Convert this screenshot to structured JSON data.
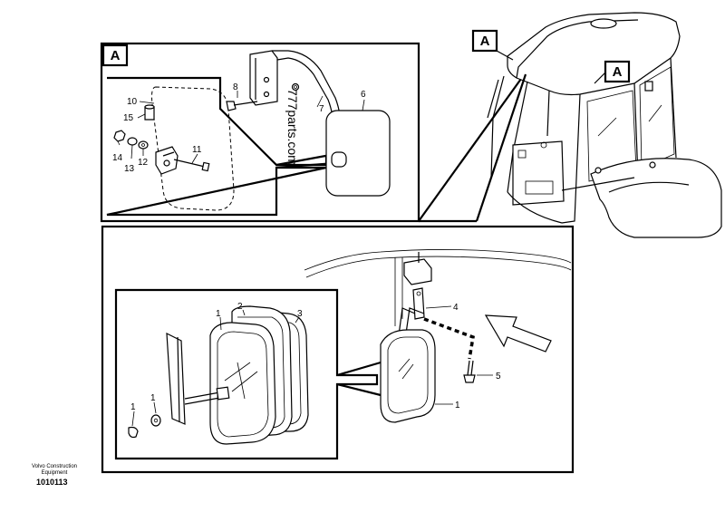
{
  "callouts": {
    "view_a_top": "A",
    "view_a_machine_left": "A",
    "view_a_machine_right": "A"
  },
  "detail_parts": {
    "p10": "10",
    "p15": "15",
    "p14": "14",
    "p13": "13",
    "p12": "12",
    "p11": "11",
    "p8": "8",
    "p7": "7",
    "p6": "6"
  },
  "lower_parts": {
    "p1_top": "1",
    "p2": "2",
    "p3": "3",
    "p1_a": "1",
    "p1_b": "1",
    "p4": "4",
    "p5": "5",
    "p1_mirror": "1"
  },
  "watermark": "777parts.com",
  "footer": {
    "maker_line1": "Volvo Construction",
    "maker_line2": "Equipment",
    "doc_number": "1010113"
  }
}
